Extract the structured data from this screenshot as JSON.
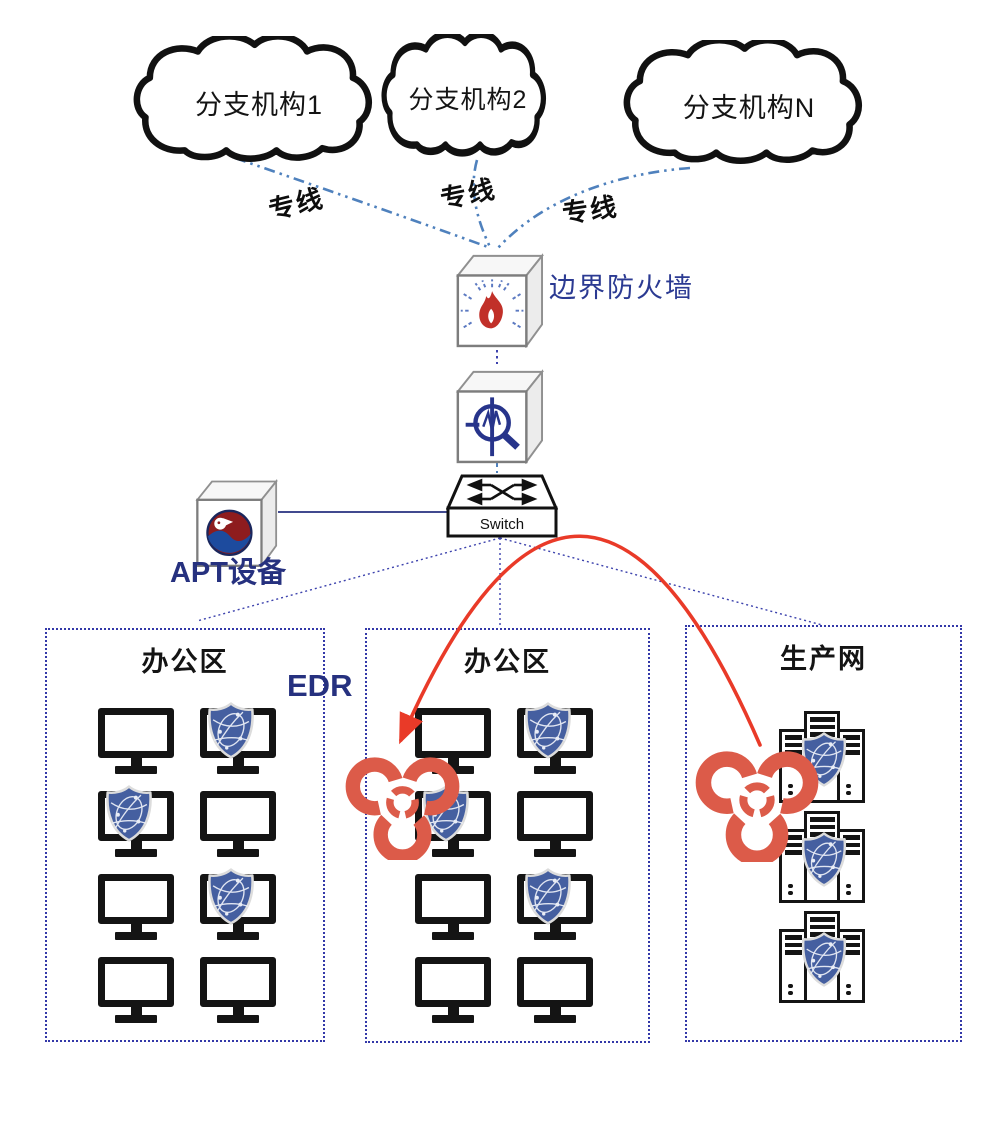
{
  "diagram": {
    "clouds": [
      {
        "label": "分支机构1"
      },
      {
        "label": "分支机构2"
      },
      {
        "label": "分支机构N"
      }
    ],
    "link_labels": [
      {
        "label": "专线"
      },
      {
        "label": "专线"
      },
      {
        "label": "专线"
      }
    ],
    "firewall": {
      "label": "边界防火墙",
      "icon": "flame-firewall-cube-icon"
    },
    "ips_device": {
      "icon": "magnifier-inspection-cube-icon"
    },
    "apt_device": {
      "label": "APT设备",
      "icon": "swirl-apt-cube-icon"
    },
    "switch": {
      "label": "Switch",
      "icon": "crossed-arrows-switch-icon"
    },
    "edr": {
      "label": "EDR"
    },
    "zones": [
      {
        "title": "办公区",
        "type": "monitors",
        "shields": [
          [
            false,
            true
          ],
          [
            true,
            false
          ],
          [
            false,
            true
          ],
          [
            false,
            false
          ]
        ],
        "infected": false
      },
      {
        "title": "办公区",
        "type": "monitors",
        "shields": [
          [
            false,
            true
          ],
          [
            true,
            false
          ],
          [
            false,
            true
          ],
          [
            false,
            false
          ]
        ],
        "infected": true
      },
      {
        "title": "生产网",
        "type": "servers",
        "server_rows": 3,
        "shield_on_middle_server": true,
        "infected": true
      }
    ],
    "icons": {
      "cloud": "cloud-icon",
      "shield": "edr-shield-icon",
      "biohazard": "biohazard-infection-icon",
      "attack_arrow": "red-attack-arrow"
    },
    "colors": {
      "navy_text": "#26317f",
      "firewall_label": "#2b3a92",
      "connector_navy": "#3c42ad",
      "zone_border": "#3338a8",
      "dedicated_line_blue": "#4f81bd",
      "attack_red": "#e93a28",
      "biohazard_red": "#dc5b49",
      "shield_blue": "#455fa0",
      "flame_red": "#c13029",
      "device_outline": "#111111"
    }
  }
}
